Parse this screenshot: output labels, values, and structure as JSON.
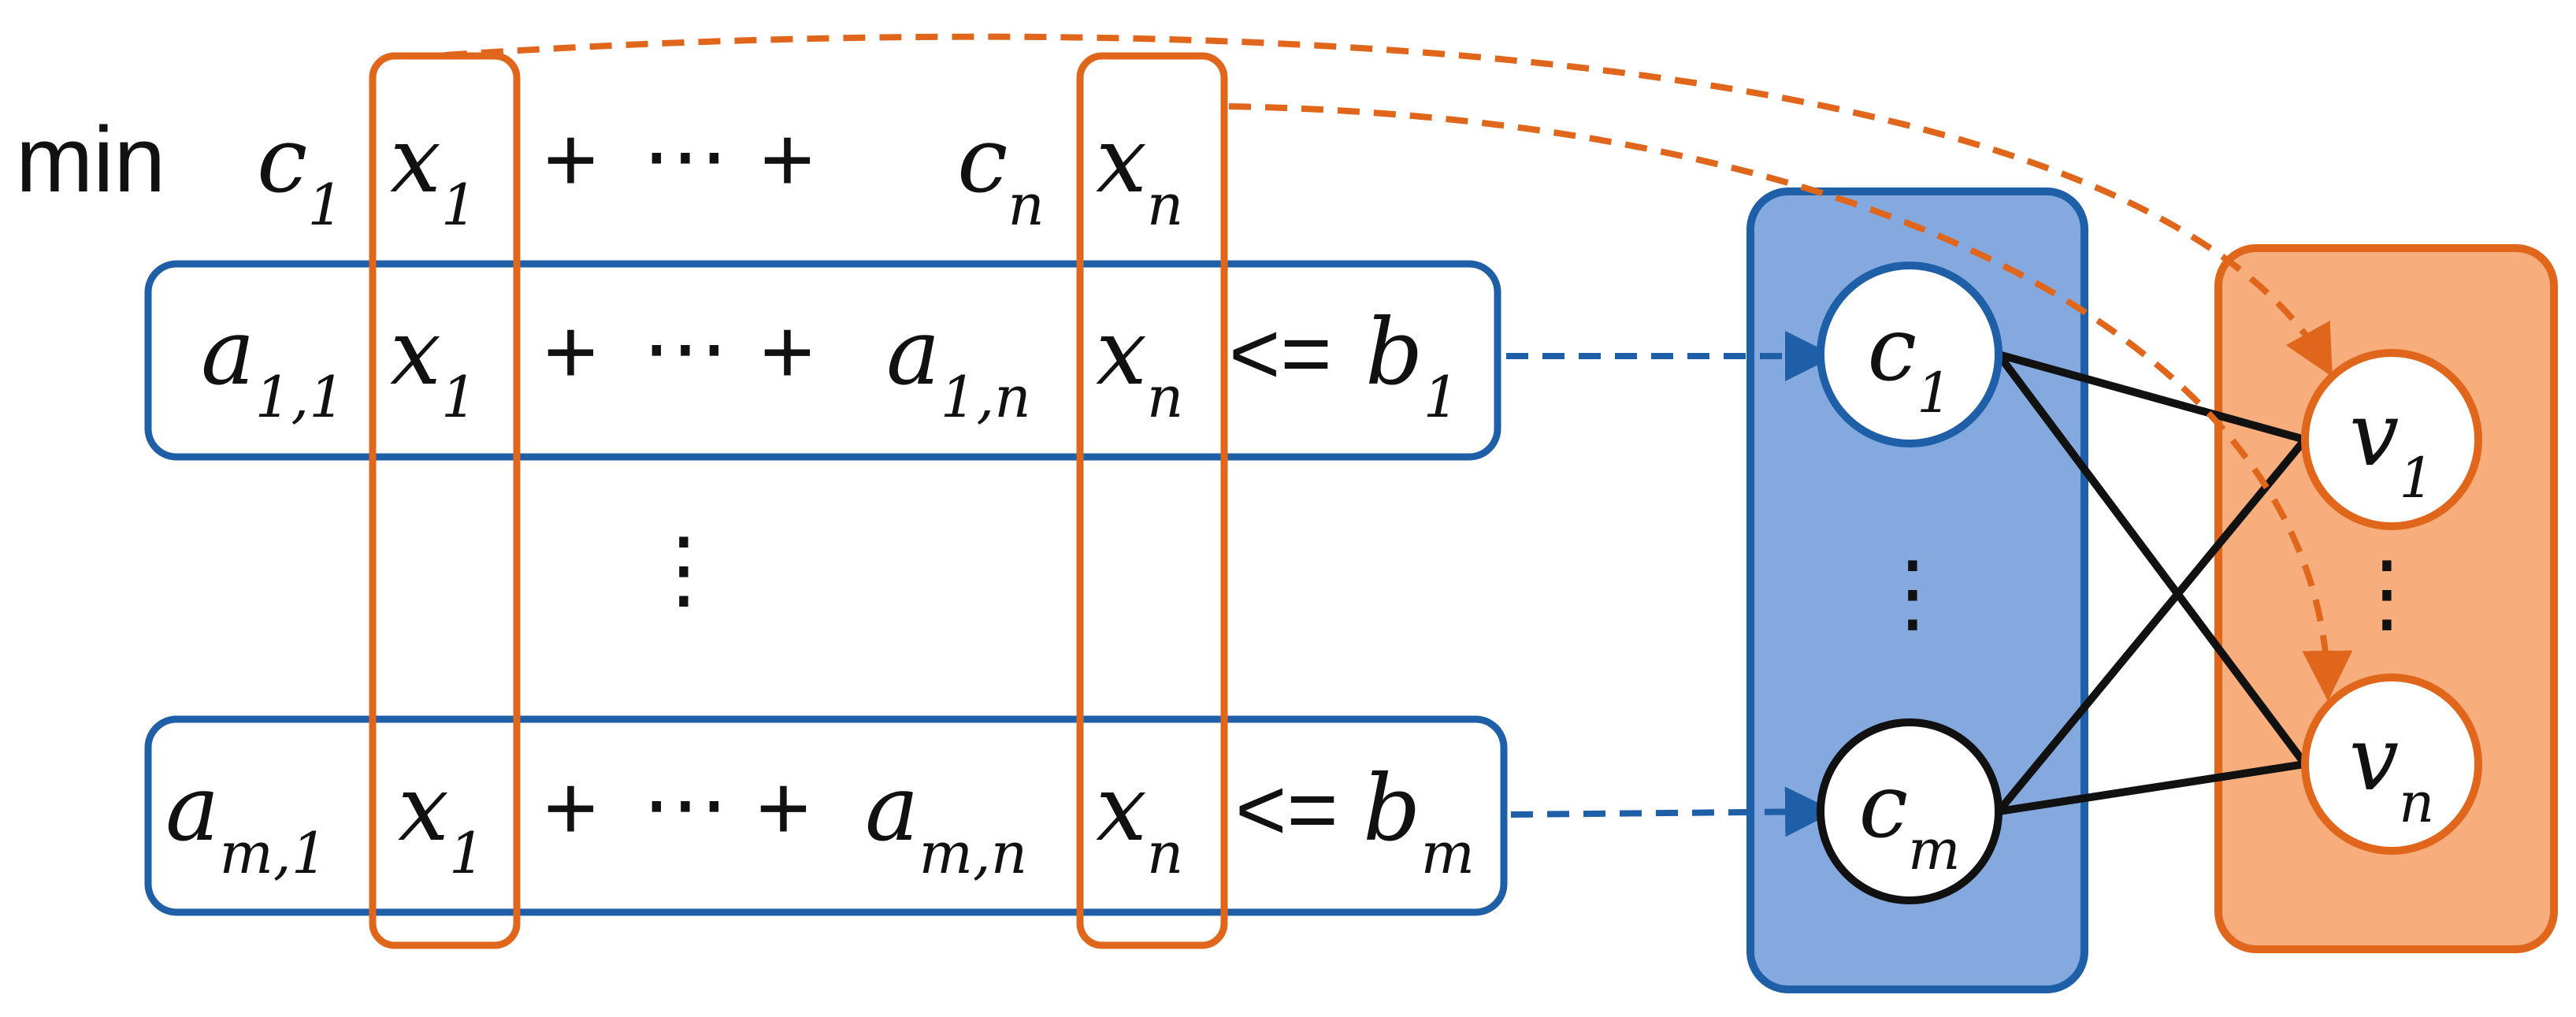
{
  "objective": {
    "keyword": "min",
    "terms": [
      {
        "coef": "c",
        "coef_sub": "1",
        "var": "x",
        "var_sub": "1"
      },
      {
        "coef": "c",
        "coef_sub": "n",
        "var": "x",
        "var_sub": "n"
      }
    ],
    "plus": "+",
    "ellipsis": "⋯"
  },
  "constraints": [
    {
      "terms": [
        {
          "coef": "a",
          "coef_sub": "1,1",
          "var": "x",
          "var_sub": "1"
        },
        {
          "coef": "a",
          "coef_sub": "1,n",
          "var": "x",
          "var_sub": "n"
        }
      ],
      "relation": "<=",
      "rhs": "b",
      "rhs_sub": "1"
    },
    {
      "terms": [
        {
          "coef": "a",
          "coef_sub": "m,1",
          "var": "x",
          "var_sub": "1"
        },
        {
          "coef": "a",
          "coef_sub": "m,n",
          "var": "x",
          "var_sub": "n"
        }
      ],
      "relation": "<=",
      "rhs": "b",
      "rhs_sub": "m"
    }
  ],
  "vertical_ellipsis": "⋮",
  "constraint_nodes": [
    {
      "label": "c",
      "sub": "1"
    },
    {
      "label": "c",
      "sub": "m"
    }
  ],
  "variable_nodes": [
    {
      "label": "v",
      "sub": "1"
    },
    {
      "label": "v",
      "sub": "n"
    }
  ],
  "colors": {
    "constraint_border": "#1f5fa8",
    "constraint_panel_fill": "#84a9df",
    "variable_border": "#e0661c",
    "variable_panel_fill": "#f8ad7c",
    "edge": "#111111",
    "node_fill": "#ffffff"
  }
}
